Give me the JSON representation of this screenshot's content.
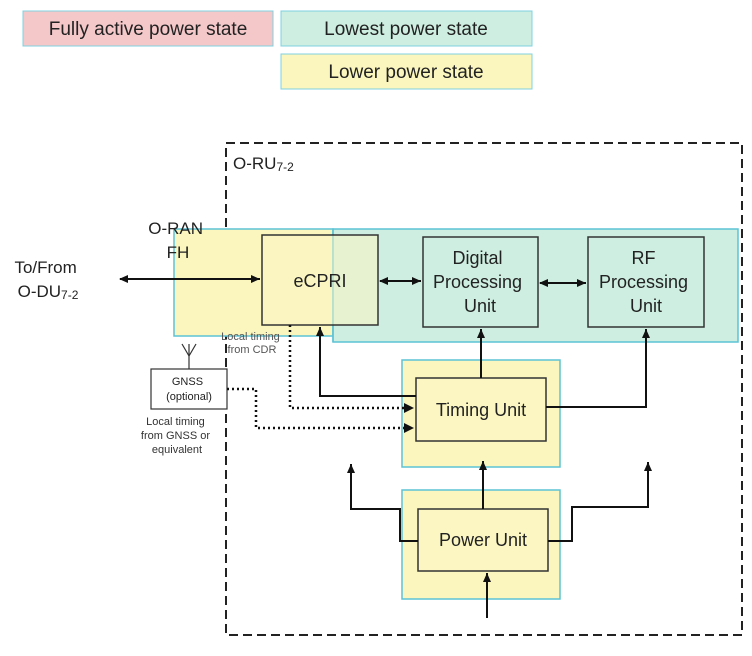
{
  "legend": {
    "full": "Fully active power state",
    "lowest": "Lowest power state",
    "lower": "Lower power state"
  },
  "colors": {
    "full_fill": "#f4c7c9",
    "lowest_fill": "#cdeee0",
    "lower_fill": "#fbf6be",
    "region_border": "#5cc3d6",
    "block_fill_lower": "#fbf6c2",
    "block_fill_lowest": "#cdeee0",
    "block_border": "#333333",
    "line": "#111111"
  },
  "oru_label": {
    "main": "O-RU",
    "sub": "7-2"
  },
  "ofh_label": {
    "line1": "O-RAN",
    "line2": "FH"
  },
  "du_label": {
    "line1": "To/From",
    "line2_main": "O-DU",
    "line2_sub": "7-2"
  },
  "blocks": {
    "ecpri": "eCPRI",
    "digital": [
      "Digital",
      "Processing",
      "Unit"
    ],
    "rf": [
      "RF",
      "Processing",
      "Unit"
    ],
    "timing": "Timing Unit",
    "power": "Power Unit",
    "gnss": [
      "GNSS",
      "(optional)"
    ]
  },
  "notes": {
    "cdr": [
      "Local timing",
      "from CDR"
    ],
    "gnss": [
      "Local timing",
      "from GNSS or",
      "equivalent"
    ]
  },
  "icons": [
    "antenna-icon"
  ]
}
